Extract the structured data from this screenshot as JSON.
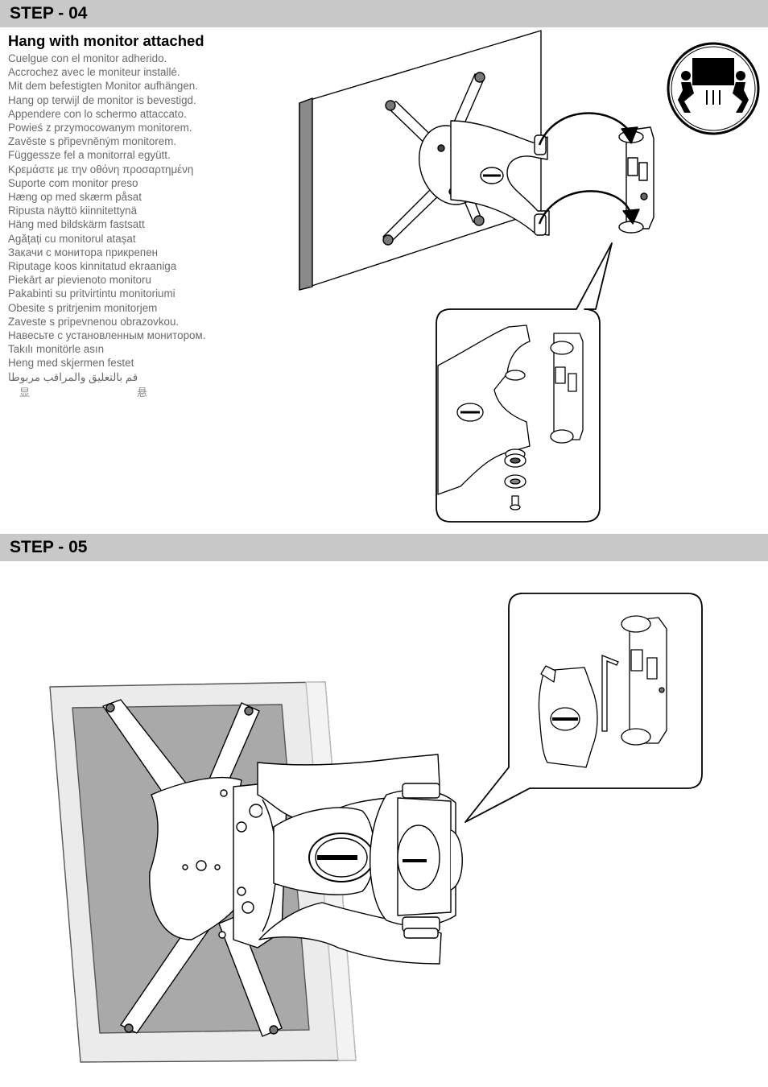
{
  "step4": {
    "header": "STEP - 04",
    "title": "Hang with monitor attached",
    "translations": [
      "Cuelgue con el monitor adherido.",
      "Accrochez avec le moniteur installé.",
      "Mit dem befestigten Monitor aufhängen.",
      "Hang op terwijl de monitor is bevestigd.",
      "Appendere con lo schermo attaccato.",
      "Powieś z przymocowanym monitorem.",
      "Zavěste s připevněným monitorem.",
      "Függessze fel a monitorral együtt.",
      "Κρεμάστε με την οθόνη προσαρτημένη",
      "Suporte com monitor preso",
      "Hæng op med skærm påsat",
      "Ripusta näyttö kiinnitettynä",
      "Häng med bildskärm fastsatt",
      "Agățați cu monitorul atașat",
      "Закачи с монитора прикрепен",
      "Riputage koos kinnitatud ekraaniga",
      "Piekārt ar pievienoto monitoru",
      "Pakabinti su pritvirtintu monitoriumi",
      "Obesite s pritrjenim monitorjem",
      "Zaveste s pripevnenou obrazovkou.",
      "Навесьте с установленным монитором.",
      "Takılı monitörle asın",
      "Heng med skjermen festet",
      "قم بالتعليق والمراقب مربوطا"
    ],
    "cjk_left": "显",
    "cjk_right": "悬",
    "icons": [
      "wall-plate-with-monitor-illustration",
      "two-person-lift-warning-icon",
      "hinge-bracket-detail-illustration"
    ]
  },
  "step5": {
    "header": "STEP - 05",
    "icons": [
      "monitor-on-arm-illustration",
      "hinge-tighten-detail-illustration",
      "allen-key-icon"
    ]
  }
}
